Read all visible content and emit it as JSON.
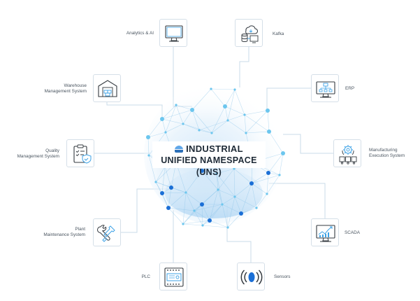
{
  "title": {
    "line1": "INDUSTRIAL",
    "line2": "UNIFIED NAMESPACE (UNS)"
  },
  "nodes": {
    "analytics": {
      "label": "Analytics & AI",
      "icon": "monitor-icon"
    },
    "kafka": {
      "label": "Kafka",
      "icon": "cloud-database-icon"
    },
    "warehouse": {
      "label": "Warehouse\nManagement System",
      "icon": "warehouse-icon"
    },
    "erp": {
      "label": "ERP",
      "icon": "erp-monitor-icon"
    },
    "quality": {
      "label": "Quality\nManagement System",
      "icon": "clipboard-check-icon"
    },
    "mes": {
      "label": "Manufacturing\nExecution System",
      "icon": "gear-boxes-icon"
    },
    "plant": {
      "label": "Plant\nMaintenance System",
      "icon": "wrench-icon"
    },
    "scada": {
      "label": "SCADA",
      "icon": "chart-monitor-icon"
    },
    "plc": {
      "label": "PLC",
      "icon": "plc-module-icon"
    },
    "sensors": {
      "label": "Sensors",
      "icon": "sensor-waves-icon"
    }
  },
  "colors": {
    "accent": "#2a8ee0",
    "node_light": "#6cc6ee",
    "node_dark": "#1b6fd6",
    "icon_stroke": "#33393f",
    "icon_accent": "#3da2e6",
    "connector": "#c8dbe8"
  }
}
